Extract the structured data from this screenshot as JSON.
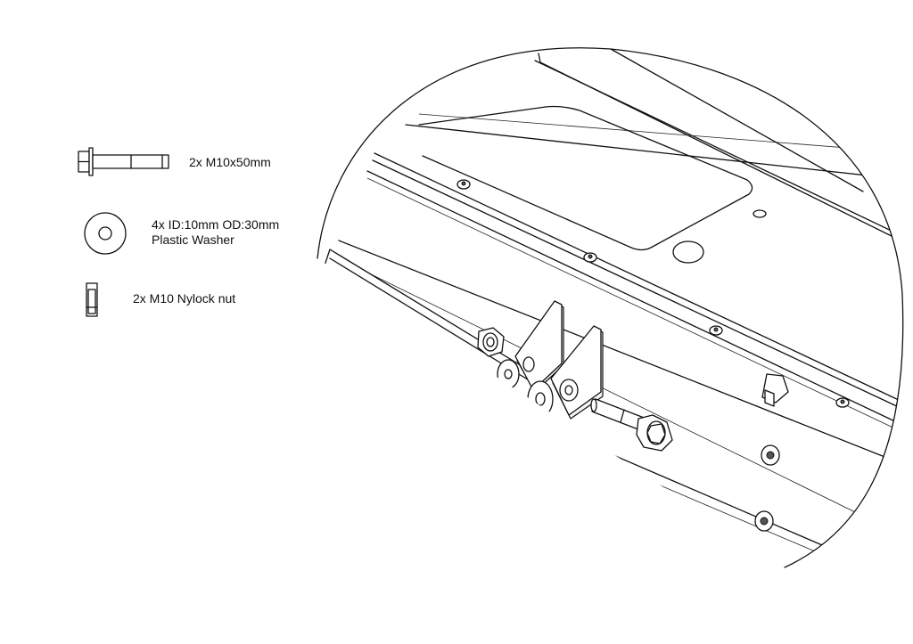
{
  "parts": [
    {
      "icon": "bolt-icon",
      "label": "2x M10x50mm"
    },
    {
      "icon": "washer-icon",
      "label_line1": "4x ID:10mm OD:30mm",
      "label_line2": "Plastic Washer"
    },
    {
      "icon": "nylock-nut-icon",
      "label": "2x M10 Nylock nut"
    }
  ],
  "colors": {
    "line": "#111111",
    "background": "#ffffff"
  }
}
